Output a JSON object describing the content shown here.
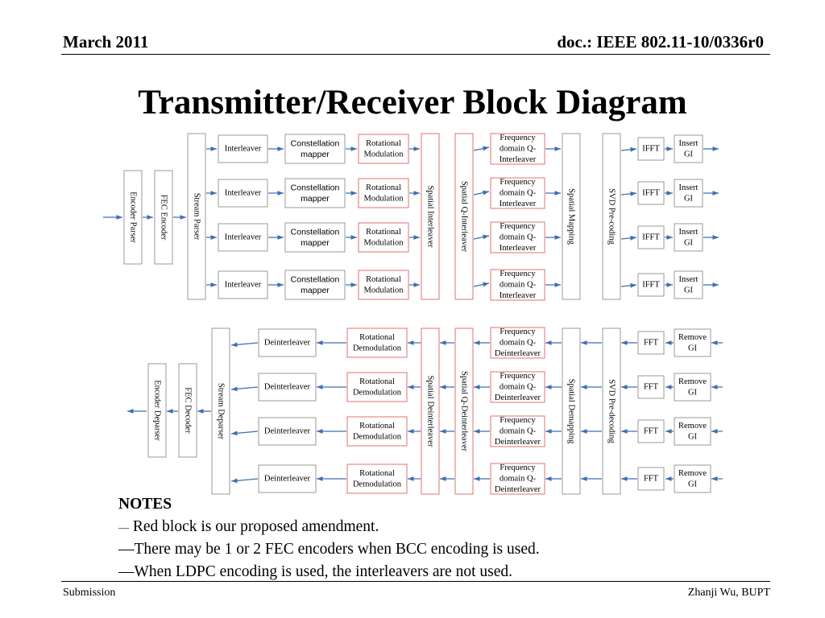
{
  "header": {
    "date": "March 2011",
    "doc": "doc.: IEEE 802.11-10/0336r0"
  },
  "title": "Transmitter/Receiver Block Diagram",
  "diagram": {
    "tx": {
      "encoder_parser": "Encoder Parser",
      "fec_encoder": "FEC Encoder",
      "stream_parser": "Stream Parser",
      "interleaver": "Interleaver",
      "constellation_mapper": [
        "Constellation",
        "mapper"
      ],
      "rotational_modulation": [
        "Rotational",
        "Modulation"
      ],
      "spatial_interleaver": "Spatial Interleaver",
      "spatial_q_interleaver": "Spatial Q-Interleaver",
      "freq_q_interleaver": [
        "Frequency",
        "domain Q-",
        "Interleaver"
      ],
      "spatial_mapping": "Spatial Mapping",
      "svd_precoding": "SVD Pre-coding",
      "ifft": "IFFT",
      "insert_gi": [
        "Insert",
        "GI"
      ]
    },
    "rx": {
      "encoder_deparser": "Encoder Deparser",
      "fec_decoder": "FEC Decoder",
      "stream_deparser": "Stream Deparser",
      "deinterleaver": "Deinterleaver",
      "rotational_demodulation": [
        "Rotational",
        "Demodulation"
      ],
      "spatial_deinterleaver": "Spatial Deinterleaver",
      "spatial_q_deinterleaver": "Spatial Q-Deinterleaver",
      "freq_q_deinterleaver": [
        "Frequency",
        "domain Q-",
        "Deinterleaver"
      ],
      "spatial_demapping": "Spatial Demapping",
      "svd_predecoding": "SVD Pre-decoding",
      "fft": "FFT",
      "remove_gi": [
        "Remove",
        "GI"
      ]
    },
    "colors": {
      "proposed_block_border": "#e07070",
      "block_border": "#9a9a9a",
      "arrow": "#3d6fb0"
    }
  },
  "notes": {
    "heading": "NOTES",
    "dash": "—",
    "items": [
      "Red block is our proposed amendment.",
      "There may be 1 or 2 FEC encoders when BCC encoding is used.",
      "When LDPC encoding is used, the interleavers are not used."
    ]
  },
  "footer": {
    "left": "Submission",
    "right": "Zhanji Wu, BUPT"
  }
}
